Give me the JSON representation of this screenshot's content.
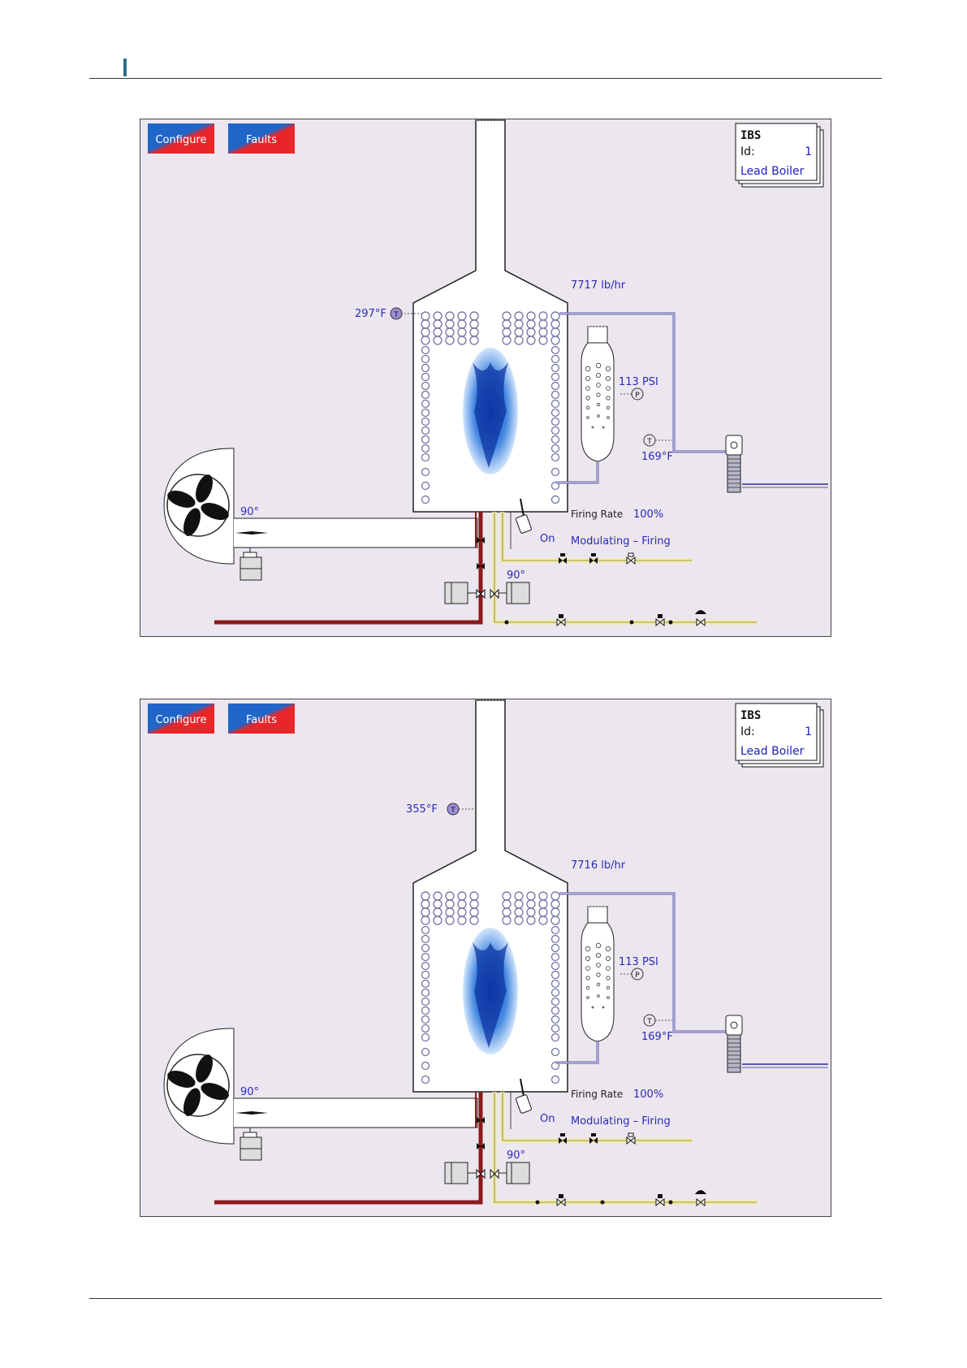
{
  "screens": [
    {
      "buttons": {
        "configure": "Configure",
        "faults": "Faults"
      },
      "idbox": {
        "title": "IBS",
        "id_label": "Id:",
        "id_value": "1",
        "role": "Lead Boiler"
      },
      "readings": {
        "stack_temp": "297°F",
        "steam_flow": "7717 lb/hr",
        "drum_pressure": "113 PSI",
        "water_temp": "169°F",
        "fan_damper": "90°",
        "gas_valve": "90°",
        "firing_rate_label": "Firing Rate",
        "firing_rate_value": "100%",
        "burner_state": "On",
        "burner_mode": "Modulating – Firing"
      },
      "sensor_symbols": {
        "temp": "T",
        "pressure": "P"
      }
    },
    {
      "buttons": {
        "configure": "Configure",
        "faults": "Faults"
      },
      "idbox": {
        "title": "IBS",
        "id_label": "Id:",
        "id_value": "1",
        "role": "Lead Boiler"
      },
      "readings": {
        "stack_temp": "355°F",
        "steam_flow": "7716 lb/hr",
        "drum_pressure": "113 PSI",
        "water_temp": "169°F",
        "fan_damper": "90°",
        "gas_valve": "90°",
        "firing_rate_label": "Firing Rate",
        "firing_rate_value": "100%",
        "burner_state": "On",
        "burner_mode": "Modulating – Firing"
      },
      "sensor_symbols": {
        "temp": "T",
        "pressure": "P"
      }
    }
  ],
  "colors": {
    "panel_bg": "#ece6ee",
    "accent_blue": "#2a2ab8",
    "button_red": "#e8262a",
    "button_blue": "#1f66c8",
    "gas_pipe": "#8b1a1a",
    "oil_pipe": "#f3ec9a"
  }
}
